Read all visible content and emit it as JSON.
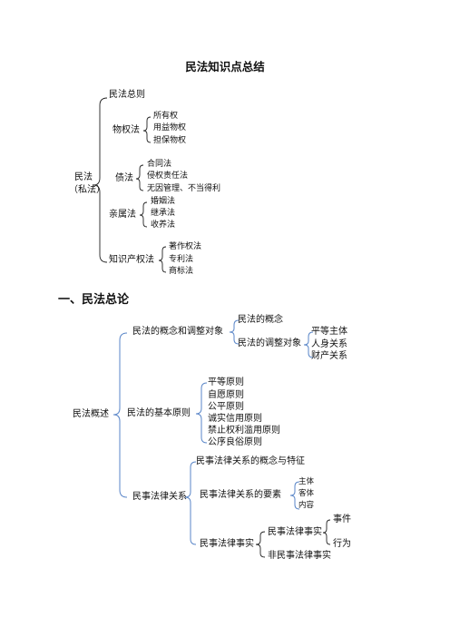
{
  "title": "民法知识点总结",
  "tree1": {
    "root_line1": "民法",
    "root_line2": "（私法）",
    "zongze": "民法总则",
    "wuquan": {
      "label": "物权法",
      "items": [
        "所有权",
        "用益物权",
        "担保物权"
      ]
    },
    "zhai": {
      "label": "债法",
      "items": [
        "合同法",
        "侵权责任法",
        "无因管理、不当得利"
      ]
    },
    "qinshu": {
      "label": "亲属法",
      "items": [
        "婚姻法",
        "继承法",
        "收养法"
      ]
    },
    "zhishi": {
      "label": "知识产权法",
      "items": [
        "著作权法",
        "专利法",
        "商标法"
      ]
    }
  },
  "section1": {
    "heading": "一、民法总论",
    "root": "民法概述",
    "concept": {
      "label": "民法的概念和调整对象",
      "sub1": "民法的概念",
      "sub2": "民法的调整对象",
      "sub2_items": [
        "平等主体",
        "人身关系",
        "财产关系"
      ]
    },
    "principles": {
      "label": "民法的基本原则",
      "items": [
        "平等原则",
        "自愿原则",
        "公平原则",
        "诚实信用原则",
        "禁止权利滥用原则",
        "公序良俗原则"
      ]
    },
    "relation": {
      "label": "民事法律关系",
      "sub1": "民事法律关系的概念与特征",
      "sub2": "民事法律关系的要素",
      "sub2_items": [
        "主体",
        "客体",
        "内容"
      ],
      "sub3": "民事法律事实",
      "fact": "民事法律事实",
      "fact_items": [
        "事件",
        "行为"
      ],
      "nonfact": "非民事法律事实"
    }
  }
}
